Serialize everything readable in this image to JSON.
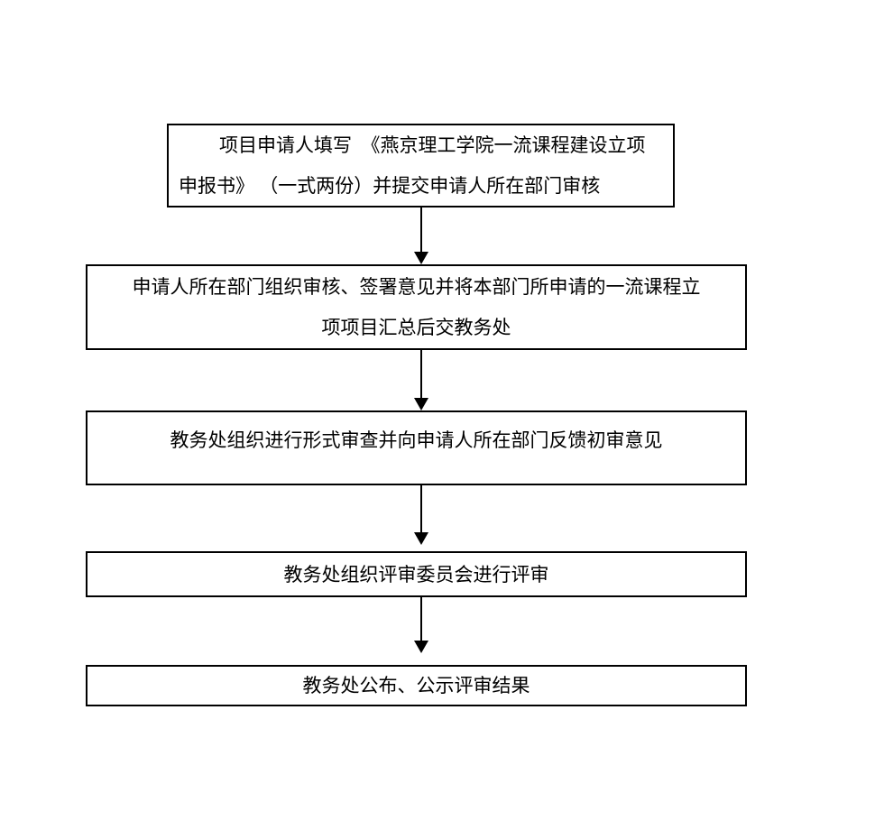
{
  "diagram": {
    "type": "flowchart",
    "background_color": "#ffffff",
    "box_border_color": "#000000",
    "text_color": "#000000",
    "arrow_color": "#000000",
    "steps": [
      {
        "id": 1,
        "lines": [
          "项目申请人填写　《燕京理工学院一流课程建设立项",
          "申报书》 （一式两份）并提交申请人所在部门审核"
        ]
      },
      {
        "id": 2,
        "lines": [
          "申请人所在部门组织审核、签署意见并将本部门所申请的一流课程立",
          "项项目汇总后交教务处"
        ]
      },
      {
        "id": 3,
        "lines": [
          "教务处组织进行形式审查并向申请人所在部门反馈初审意见"
        ]
      },
      {
        "id": 4,
        "lines": [
          "教务处组织评审委员会进行评审"
        ]
      },
      {
        "id": 5,
        "lines": [
          "教务处公布、公示评审结果"
        ]
      }
    ],
    "connections": [
      {
        "from": 1,
        "to": 2
      },
      {
        "from": 2,
        "to": 3
      },
      {
        "from": 3,
        "to": 4
      },
      {
        "from": 4,
        "to": 5
      }
    ]
  }
}
